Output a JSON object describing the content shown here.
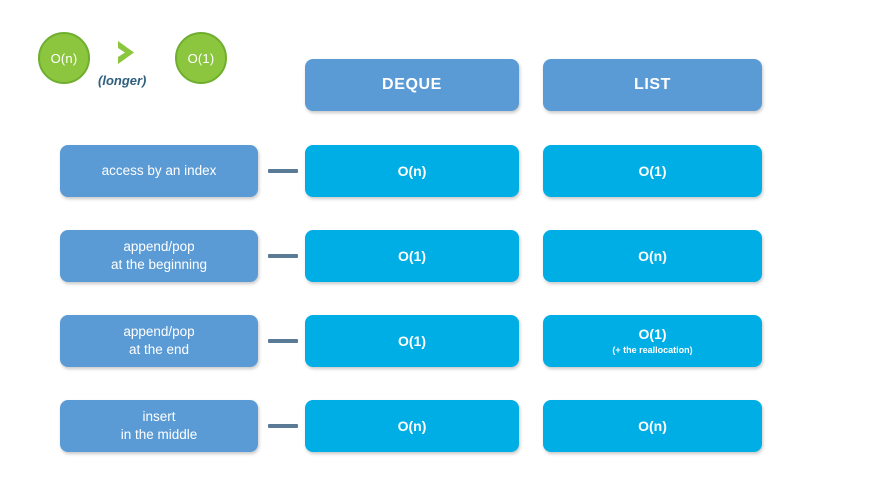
{
  "legend": {
    "left_circle": "O(n)",
    "right_circle": "O(1)",
    "note": "(longer)",
    "arrow_icon": "chevron-right-icon",
    "colors": {
      "circle_fill": "#8CC63F",
      "circle_border": "#6FAE2F",
      "arrow": "#8CC63F",
      "note_text": "#2E5F7E"
    }
  },
  "table": {
    "columns": [
      {
        "label": "DEQUE"
      },
      {
        "label": "LIST"
      }
    ],
    "rows": [
      {
        "label_lines": [
          "access by an index"
        ],
        "cells": [
          {
            "value": "O(n)",
            "note": ""
          },
          {
            "value": "O(1)",
            "note": ""
          }
        ]
      },
      {
        "label_lines": [
          "append/pop",
          "at the beginning"
        ],
        "cells": [
          {
            "value": "O(1)",
            "note": ""
          },
          {
            "value": "O(n)",
            "note": ""
          }
        ]
      },
      {
        "label_lines": [
          "append/pop",
          "at the end"
        ],
        "cells": [
          {
            "value": "O(1)",
            "note": ""
          },
          {
            "value": "O(1)",
            "note": "(+ the reallocation)"
          }
        ]
      },
      {
        "label_lines": [
          "insert",
          "in the middle"
        ],
        "cells": [
          {
            "value": "O(n)",
            "note": ""
          },
          {
            "value": "O(n)",
            "note": ""
          }
        ]
      }
    ],
    "colors": {
      "header_fill": "#5B9BD5",
      "label_fill": "#5B9BD5",
      "cell_fill": "#00AEE6",
      "connector": "#5A7A96",
      "text": "#FFFFFF"
    }
  }
}
